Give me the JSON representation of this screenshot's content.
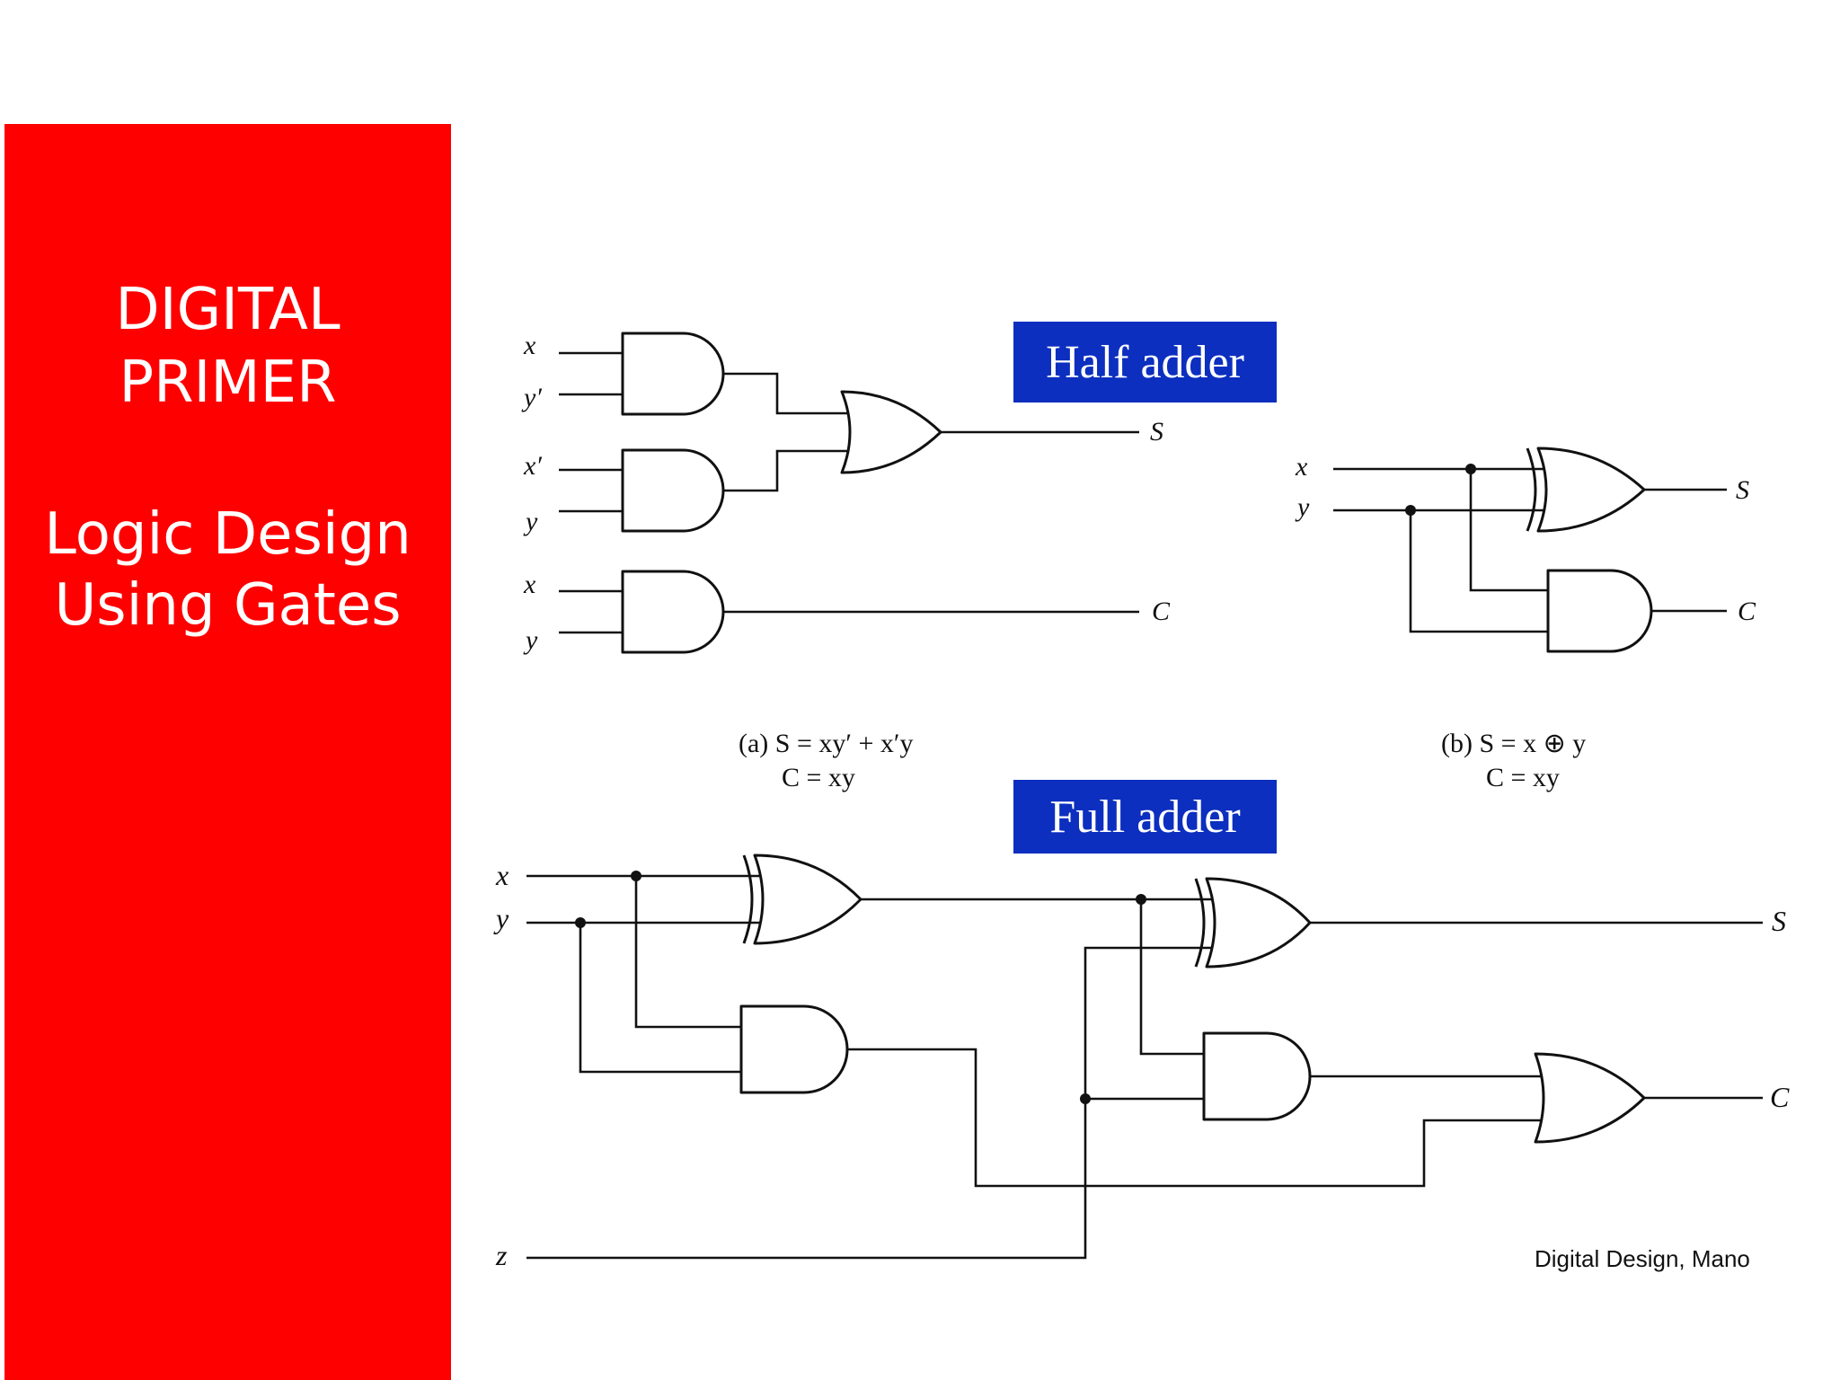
{
  "sidebar": {
    "title_line1": "DIGITAL",
    "title_line2": "PRIMER",
    "subtitle_line1": "Logic Design",
    "subtitle_line2": "Using Gates"
  },
  "half_adder": {
    "banner": "Half adder",
    "a": {
      "inputs": [
        "x",
        "y′",
        "x′",
        "y",
        "x",
        "y"
      ],
      "outputs": [
        "S",
        "C"
      ],
      "caption_line1": "(a) S = xy′ + x′y",
      "caption_line2": "C = xy"
    },
    "b": {
      "inputs": [
        "x",
        "y"
      ],
      "outputs": [
        "S",
        "C"
      ],
      "caption_line1": "(b) S = x ⊕ y",
      "caption_line2": "C = xy"
    }
  },
  "full_adder": {
    "banner": "Full adder",
    "inputs": [
      "x",
      "y",
      "z"
    ],
    "outputs": [
      "S",
      "C"
    ]
  },
  "credit": "Digital Design, Mano",
  "colors": {
    "sidebar_red": "#fe0000",
    "banner_blue": "#0c2fbf"
  }
}
